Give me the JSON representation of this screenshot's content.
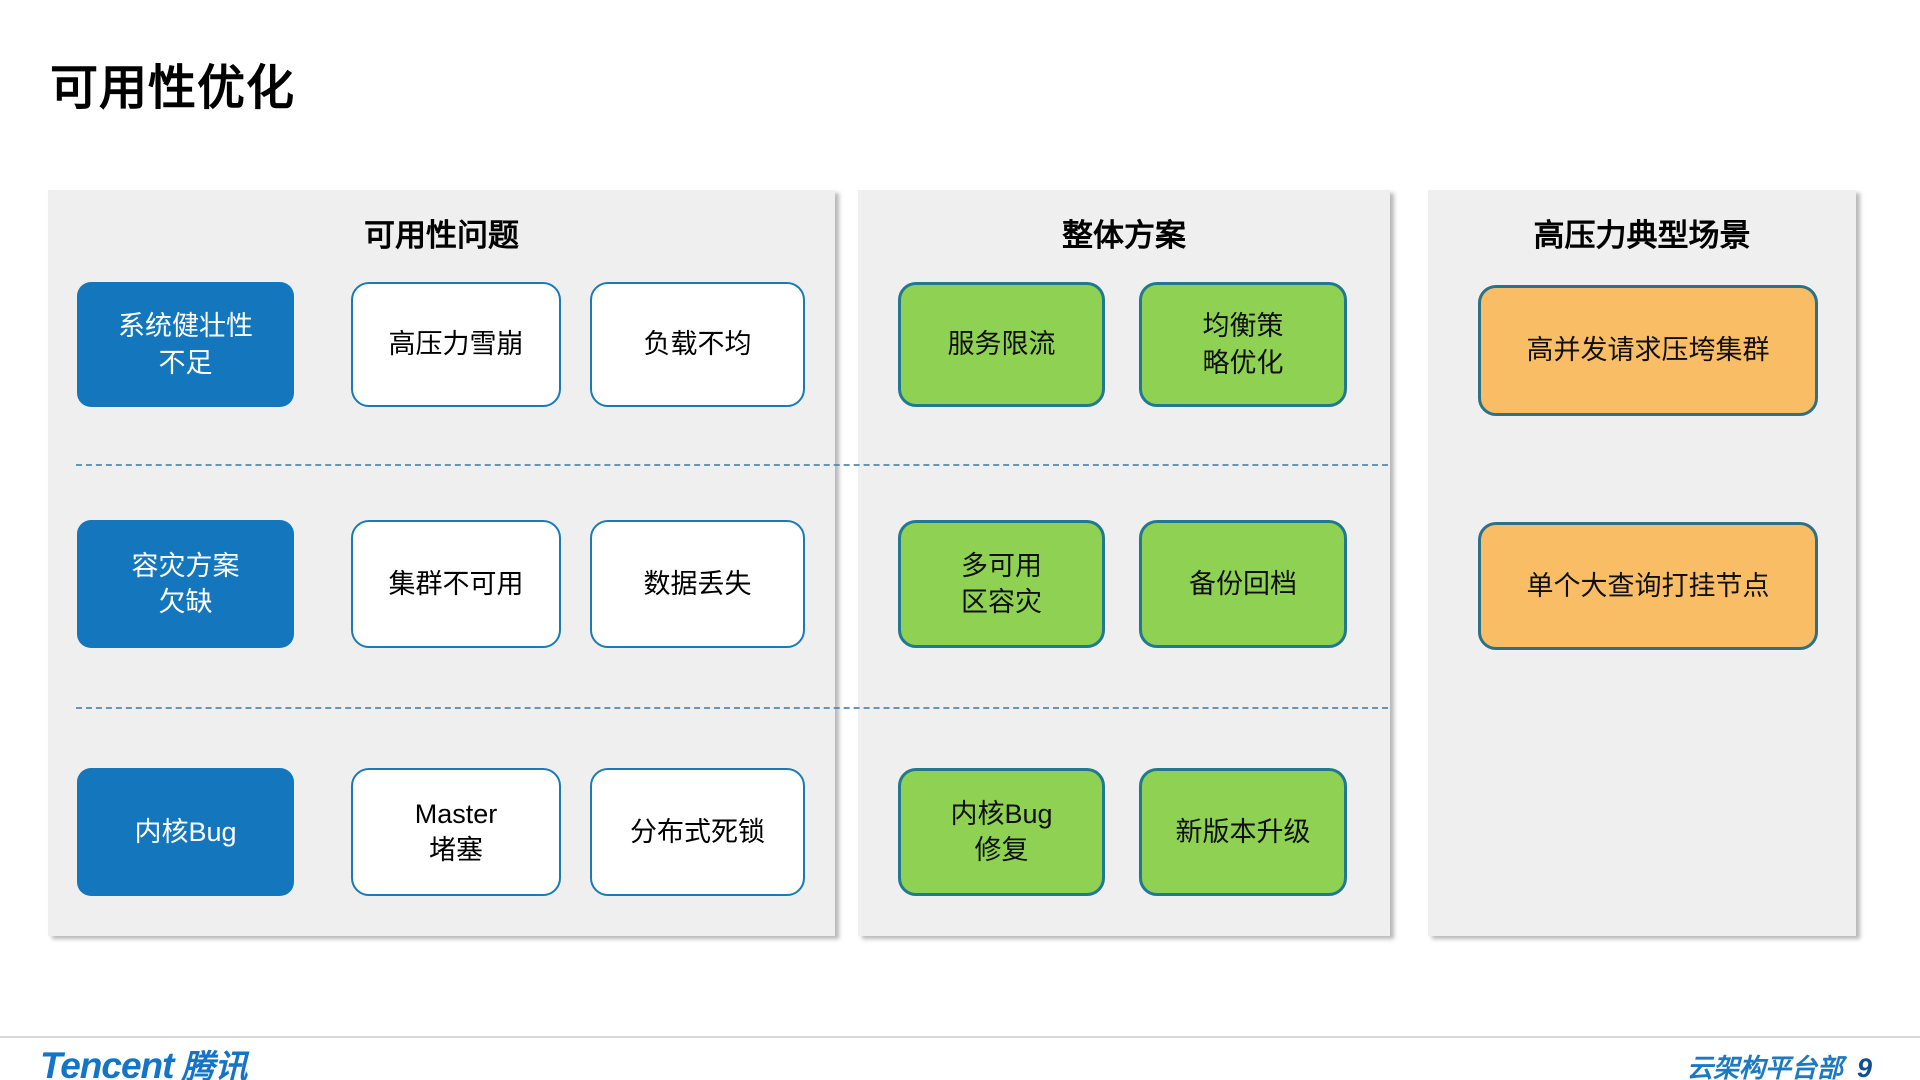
{
  "title": "可用性优化",
  "colors": {
    "category_blue": "#1477bd",
    "solution_green": "#8ed153",
    "scenario_orange": "#f9be65",
    "box_border_teal": "#21798f",
    "panel_background": "#efefef",
    "brand_blue": "#1574c5",
    "page_number_blue": "#0f4e8f"
  },
  "panels": [
    {
      "title": "可用性问题",
      "rows": [
        {
          "boxes": [
            {
              "label": "系统健壮性\n不足",
              "variant": "blue"
            },
            {
              "label": "高压力雪崩",
              "variant": "white"
            },
            {
              "label": "负载不均",
              "variant": "white"
            }
          ]
        },
        {
          "boxes": [
            {
              "label": "容灾方案\n欠缺",
              "variant": "blue"
            },
            {
              "label": "集群不可用",
              "variant": "white"
            },
            {
              "label": "数据丢失",
              "variant": "white"
            }
          ]
        },
        {
          "boxes": [
            {
              "label": "内核Bug",
              "variant": "blue"
            },
            {
              "label": "Master\n堵塞",
              "variant": "white"
            },
            {
              "label": "分布式死锁",
              "variant": "white"
            }
          ]
        }
      ]
    },
    {
      "title": "整体方案",
      "rows": [
        {
          "boxes": [
            {
              "label": "服务限流",
              "variant": "green"
            },
            {
              "label": "均衡策\n略优化",
              "variant": "green"
            }
          ]
        },
        {
          "boxes": [
            {
              "label": "多可用\n区容灾",
              "variant": "green"
            },
            {
              "label": "备份回档",
              "variant": "green"
            }
          ]
        },
        {
          "boxes": [
            {
              "label": "内核Bug\n修复",
              "variant": "green"
            },
            {
              "label": "新版本升级",
              "variant": "green"
            }
          ]
        }
      ]
    },
    {
      "title": "高压力典型场景",
      "rows": [
        {
          "boxes": [
            {
              "label": "高并发请求压垮集群",
              "variant": "orange"
            }
          ]
        },
        {
          "boxes": [
            {
              "label": "单个大查询打挂节点",
              "variant": "orange"
            }
          ]
        }
      ]
    }
  ],
  "footer": {
    "brand_en": "Tencent",
    "brand_zh": "腾讯",
    "department": "云架构平台部",
    "page_number": "9"
  }
}
